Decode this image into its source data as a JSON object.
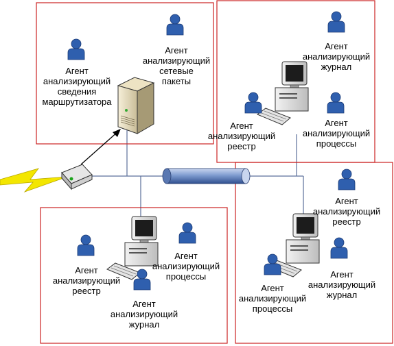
{
  "colors": {
    "zone_border": "#cc2222",
    "agent_fill": "#2f5fae",
    "line": "#5a6e9a",
    "bus_fill": "#6f8fc2",
    "lightning": "#f3e600"
  },
  "zones": [
    {
      "id": "router-zone",
      "agents": [
        {
          "icon": "agent-person-icon",
          "lines": [
            "Агент",
            "анализирующий",
            "сведения",
            "маршрутизатора"
          ]
        },
        {
          "icon": "agent-person-icon",
          "lines": [
            "Агент",
            "анализирующий",
            "сетевые",
            "пакеты"
          ]
        }
      ],
      "devices": [
        "server-tower-icon"
      ]
    },
    {
      "id": "host-top-right",
      "agents": [
        {
          "icon": "agent-person-icon",
          "lines": [
            "Агент",
            "анализирующий",
            "журнал"
          ]
        },
        {
          "icon": "agent-person-icon",
          "lines": [
            "Агент",
            "анализирующий",
            "реестр"
          ]
        },
        {
          "icon": "agent-person-icon",
          "lines": [
            "Агент",
            "анализирующий",
            "процессы"
          ]
        }
      ],
      "devices": [
        "workstation-icon"
      ]
    },
    {
      "id": "host-bottom-left",
      "agents": [
        {
          "icon": "agent-person-icon",
          "lines": [
            "Агент",
            "анализирующий",
            "реестр"
          ]
        },
        {
          "icon": "agent-person-icon",
          "lines": [
            "Агент",
            "анализирующий",
            "процессы"
          ]
        },
        {
          "icon": "agent-person-icon",
          "lines": [
            "Агент",
            "анализирующий",
            "журнал"
          ]
        }
      ],
      "devices": [
        "workstation-icon"
      ]
    },
    {
      "id": "host-bottom-right",
      "agents": [
        {
          "icon": "agent-person-icon",
          "lines": [
            "Агент",
            "анализирующий",
            "реестр"
          ]
        },
        {
          "icon": "agent-person-icon",
          "lines": [
            "Агент",
            "анализирующий",
            "процессы"
          ]
        },
        {
          "icon": "agent-person-icon",
          "lines": [
            "Агент",
            "анализирующий",
            "журнал"
          ]
        }
      ],
      "devices": [
        "workstation-icon"
      ]
    }
  ],
  "network": {
    "devices": [
      "router-icon",
      "lightning-link-icon",
      "network-bus-icon"
    ]
  }
}
